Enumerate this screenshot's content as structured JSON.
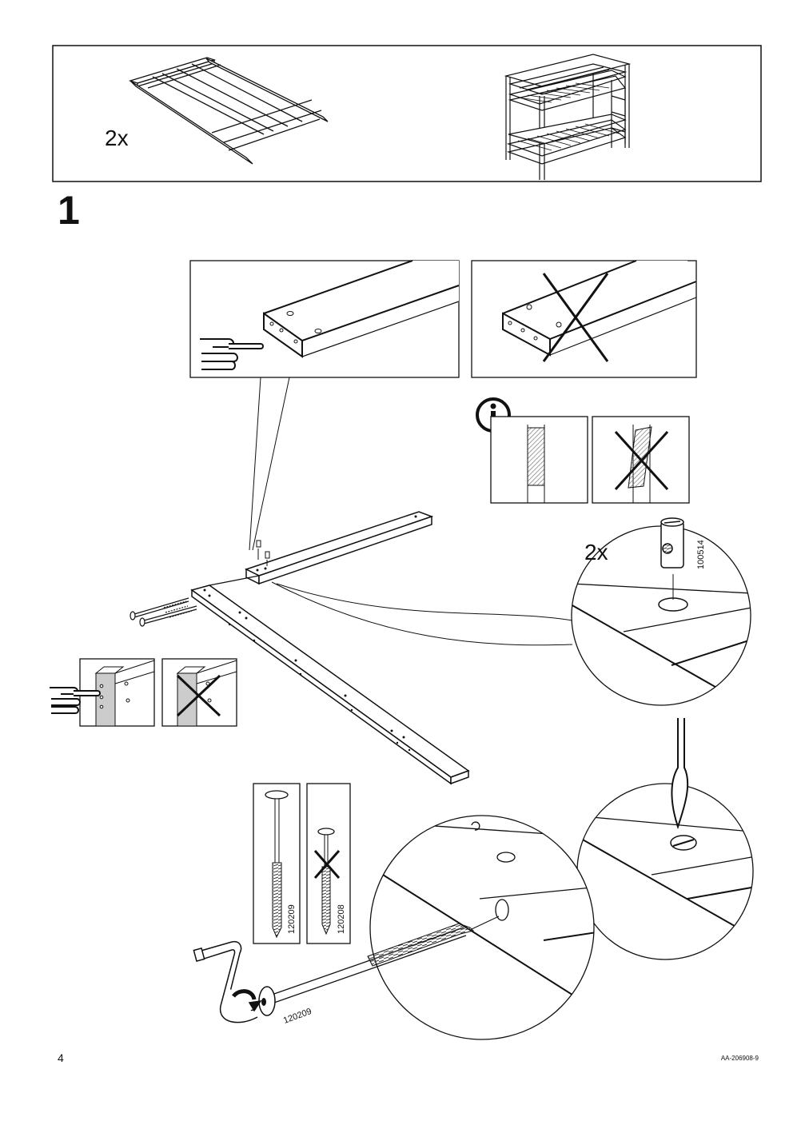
{
  "overview": {
    "quantity": "2x"
  },
  "step": {
    "number": "1"
  },
  "cam_nut": {
    "quantity": "2x",
    "part_number": "100514"
  },
  "bolt_correct": {
    "part_number": "120209"
  },
  "bolt_wrong": {
    "part_number": "120208"
  },
  "bolt_callout": {
    "part_number": "120209"
  },
  "footer": {
    "page_number": "4",
    "doc_id": "AA-206908-9"
  }
}
